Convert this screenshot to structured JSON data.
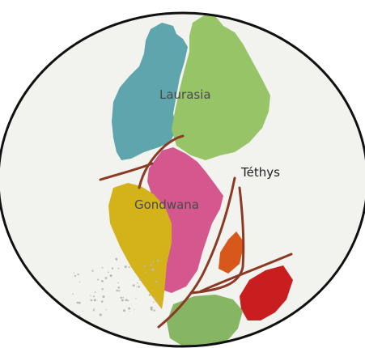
{
  "map": {
    "labels": {
      "laurasia": "Laurasia",
      "gondwana": "Gondwana",
      "tethys": "Téthys"
    },
    "colors": {
      "background": "#f2f2ee",
      "outline": "#111111",
      "laurasia_west": "#5ea5ad",
      "laurasia_east": "#98c468",
      "gondwana_pink": "#d4588e",
      "gondwana_yellow": "#d4b21a",
      "orange_block": "#d8581c",
      "red_block": "#c91e1f",
      "green_block": "#86b563",
      "rift_lines": "#8b3a26",
      "text_dark": "#4a4a4a",
      "text_tethys": "#222222"
    }
  }
}
